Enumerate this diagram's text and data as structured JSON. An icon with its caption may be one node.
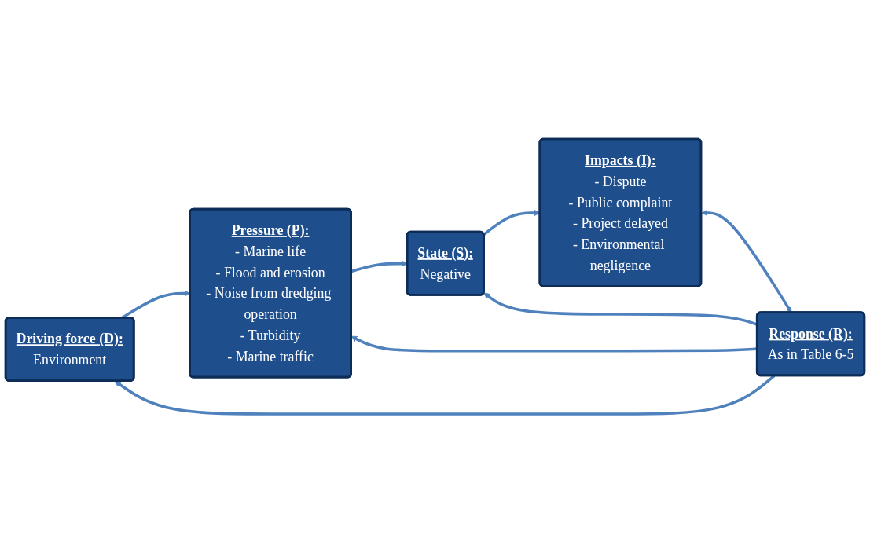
{
  "diagram": {
    "nodes": [
      {
        "text": [
          "Driving force (D):",
          "Environment"
        ]
      },
      {
        "text": [
          "Response (R):",
          "As in Table 6-5"
        ]
      },
      {
        "text": [
          "Pressure (P):",
          "- Marine life",
          "- Flood and erosion",
          "- Noise from dredging operation",
          "- Turbidity",
          "- Marine traffic"
        ]
      },
      {
        "text": [
          "Impacts (I):",
          "- Dispute",
          "- Public complaint",
          "- Project delayed",
          "- Environmental negligence"
        ]
      },
      {
        "text": [
          "State (S):",
          "Negative"
        ]
      }
    ],
    "edges": [
      {
        "from": 1,
        "to": 0,
        "arrow": "to"
      },
      {
        "from": 0,
        "to": 2,
        "arrow": "to"
      },
      {
        "from": 2,
        "to": 4,
        "arrow": "to"
      },
      {
        "from": 4,
        "to": 3,
        "arrow": "to"
      },
      {
        "from": 3,
        "to": 1,
        "arrow": "both"
      },
      {
        "from": 1,
        "to": 2,
        "arrow": "to"
      },
      {
        "from": 1,
        "to": 4,
        "arrow": "to"
      }
    ]
  }
}
